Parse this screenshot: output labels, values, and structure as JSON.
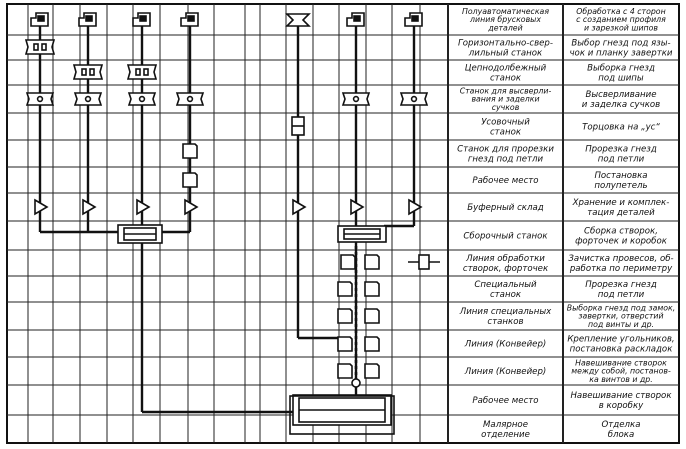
{
  "table": {
    "rows": [
      {
        "machine": [
          "Полуавтоматическая",
          "линия брусковых",
          "деталей"
        ],
        "operation": [
          "Обработка с 4 сторон",
          "с созданием профиля",
          "и зарезкой шипов"
        ]
      },
      {
        "machine": [
          "Горизонтально-свер-",
          "лильный станок"
        ],
        "operation": [
          "Выбор гнезд под язы-",
          "чок и планку завертки"
        ]
      },
      {
        "machine": [
          "Цепнодолбежный",
          "станок"
        ],
        "operation": [
          "Выборка гнезд",
          "под шипы"
        ]
      },
      {
        "machine": [
          "Станок для высверли-",
          "вания и заделки",
          "сучков"
        ],
        "operation": [
          "Высверливание",
          "и заделка сучков"
        ]
      },
      {
        "machine": [
          "Усовочный",
          "станок"
        ],
        "operation": [
          "Торцовка на „ус“"
        ]
      },
      {
        "machine": [
          "Станок для прорезки",
          "гнезд под петли"
        ],
        "operation": [
          "Прорезка гнезд",
          "под петли"
        ]
      },
      {
        "machine": [
          "Рабочее место"
        ],
        "operation": [
          "Постановка",
          "полупетель"
        ]
      },
      {
        "machine": [
          "Буферный склад"
        ],
        "operation": [
          "Хранение и комплек-",
          "тация деталей"
        ]
      },
      {
        "machine": [
          "Сборочный станок"
        ],
        "operation": [
          "Сборка створок,",
          "форточек и коробок"
        ]
      },
      {
        "machine": [
          "Линия обработки",
          "створок, форточек"
        ],
        "operation": [
          "Зачистка провесов, об-",
          "работка по периметру"
        ]
      },
      {
        "machine": [
          "Специальный",
          "станок"
        ],
        "operation": [
          "Прорезка гнезд",
          "под петли"
        ]
      },
      {
        "machine": [
          "Линия специальных",
          "станков"
        ],
        "operation": [
          "Выборка гнезд под замок,",
          "завертки, отверстий",
          "под винты и др."
        ]
      },
      {
        "machine": [
          "Линия (Конвейер)"
        ],
        "operation": [
          "Крепление угольников,",
          "постановка раскладок"
        ]
      },
      {
        "machine": [
          "Линия (Конвейер)"
        ],
        "operation": [
          "Навешивание створок",
          "между собой, постанов-",
          "ка винтов и др."
        ]
      },
      {
        "machine": [
          "Рабочее место"
        ],
        "operation": [
          "Навешивание створок",
          "в коробку"
        ]
      },
      {
        "machine": [
          "Малярное",
          "отделение"
        ],
        "operation": [
          "Отделка",
          "блока"
        ]
      }
    ]
  }
}
